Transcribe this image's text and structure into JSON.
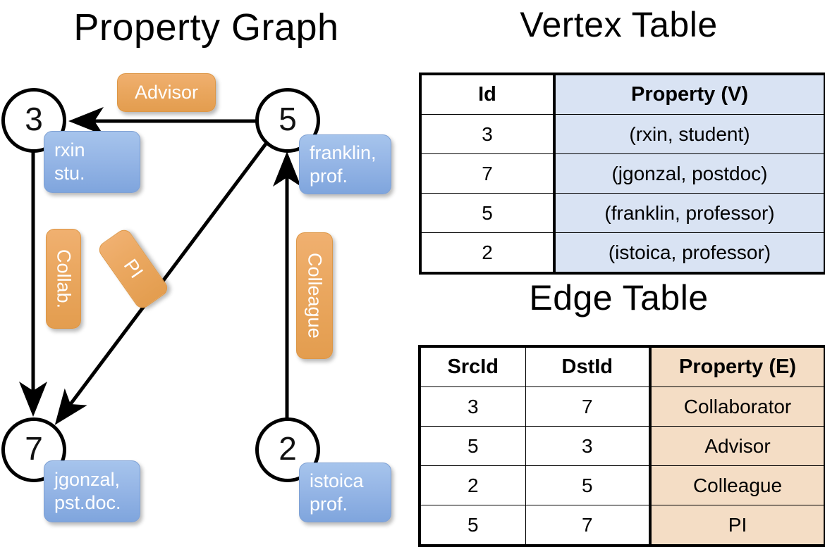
{
  "titles": {
    "property_graph": "Property Graph",
    "vertex_table": "Vertex Table",
    "edge_table": "Edge Table"
  },
  "graph": {
    "vertices": [
      {
        "id": "3",
        "label_line1": "rxin",
        "label_line2": "stu."
      },
      {
        "id": "5",
        "label_line1": "franklin,",
        "label_line2": "prof."
      },
      {
        "id": "7",
        "label_line1": "jgonzal,",
        "label_line2": "pst.doc."
      },
      {
        "id": "2",
        "label_line1": "istoica",
        "label_line2": "prof."
      }
    ],
    "edge_labels": {
      "advisor": "Advisor",
      "collab": "Collab.",
      "pi": "PI",
      "colleague": "Colleague"
    }
  },
  "vertex_table": {
    "headers": [
      "Id",
      "Property (V)"
    ],
    "rows": [
      {
        "id": "3",
        "property": "(rxin, student)"
      },
      {
        "id": "7",
        "property": "(jgonzal, postdoc)"
      },
      {
        "id": "5",
        "property": "(franklin, professor)"
      },
      {
        "id": "2",
        "property": "(istoica, professor)"
      }
    ]
  },
  "edge_table": {
    "headers": [
      "SrcId",
      "DstId",
      "Property (E)"
    ],
    "rows": [
      {
        "src": "3",
        "dst": "7",
        "property": "Collaborator"
      },
      {
        "src": "5",
        "dst": "3",
        "property": "Advisor"
      },
      {
        "src": "2",
        "dst": "5",
        "property": "Colleague"
      },
      {
        "src": "5",
        "dst": "7",
        "property": "PI"
      }
    ]
  },
  "colors": {
    "vertex_property_fill": "#d9e3f3",
    "edge_property_fill": "#f4ddc5",
    "vertex_box": "#8fb2e4",
    "edge_box": "#eaa75f",
    "stroke": "#000000"
  }
}
